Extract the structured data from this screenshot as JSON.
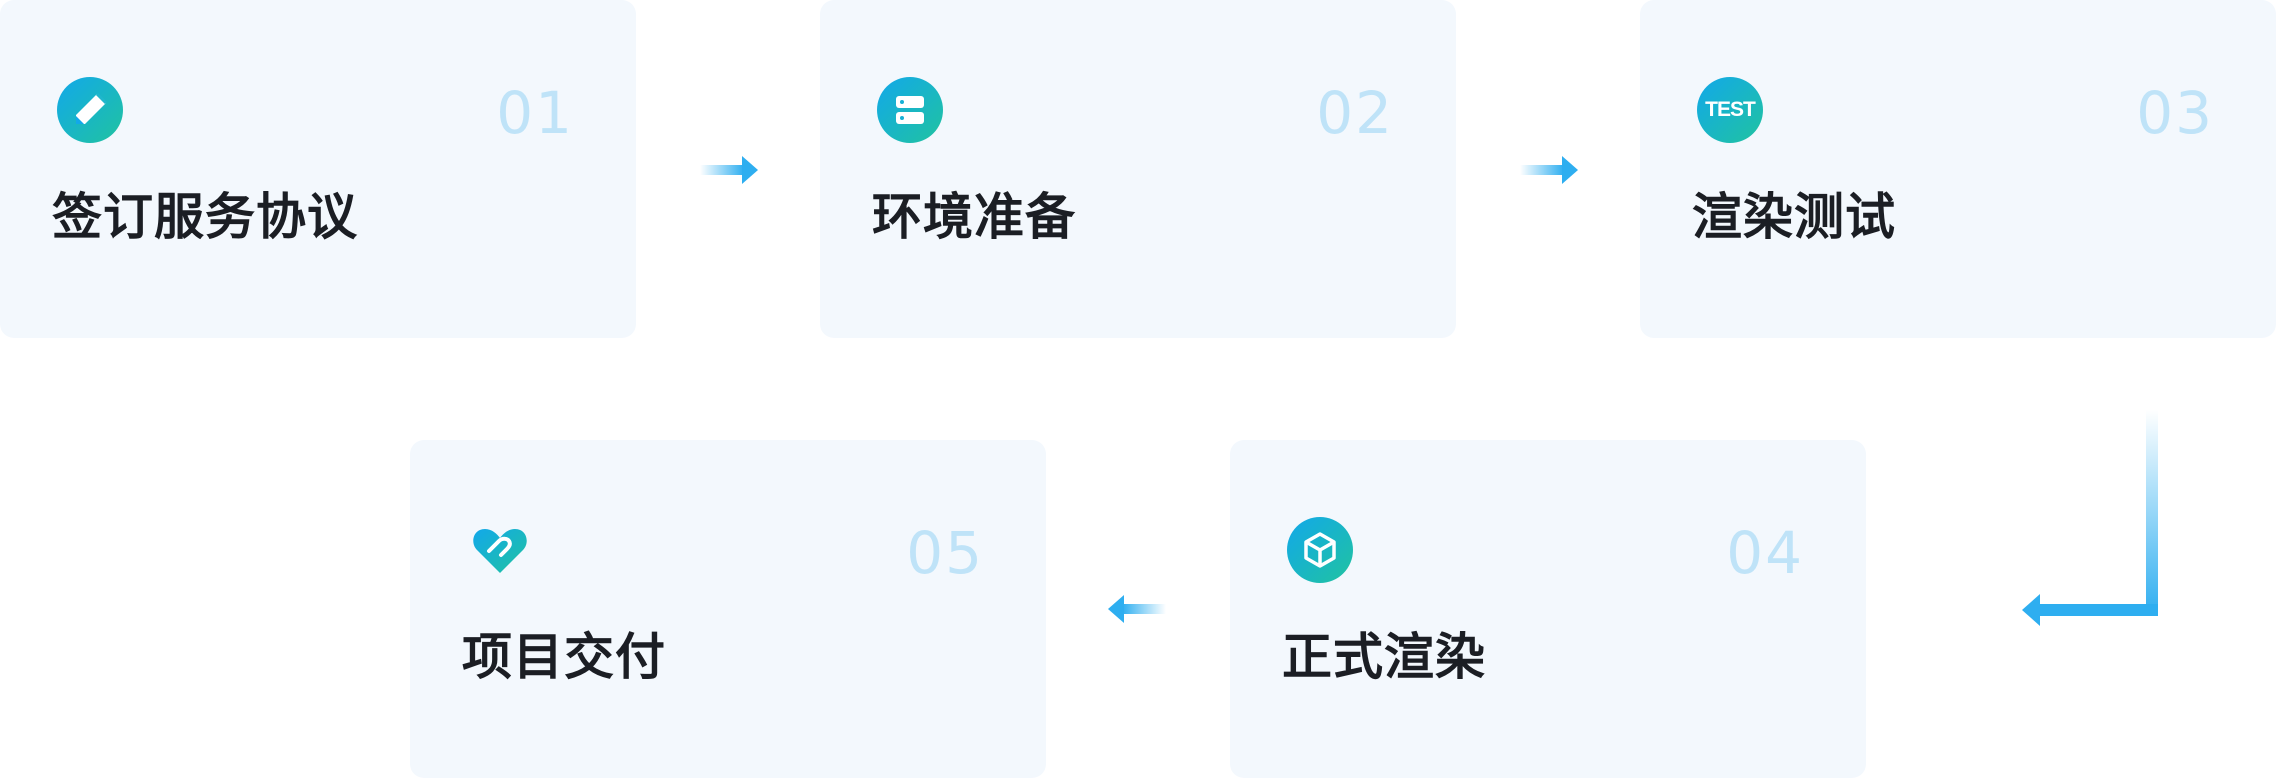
{
  "steps": [
    {
      "number": "01",
      "title": "签订服务协议",
      "icon": "pencil-edit-icon"
    },
    {
      "number": "02",
      "title": "环境准备",
      "icon": "server-icon"
    },
    {
      "number": "03",
      "title": "渲染测试",
      "icon": "test-badge-icon",
      "icon_text": "TEST"
    },
    {
      "number": "04",
      "title": "正式渲染",
      "icon": "cube-icon"
    },
    {
      "number": "05",
      "title": "项目交付",
      "icon": "heart-handshake-icon"
    }
  ],
  "colors": {
    "card_bg": "#f3f8fd",
    "number": "#bfe3f8",
    "title": "#1b1e24",
    "gradient_start": "#12a8ea",
    "gradient_end": "#20c3a0",
    "arrow": "#2eaef0"
  }
}
